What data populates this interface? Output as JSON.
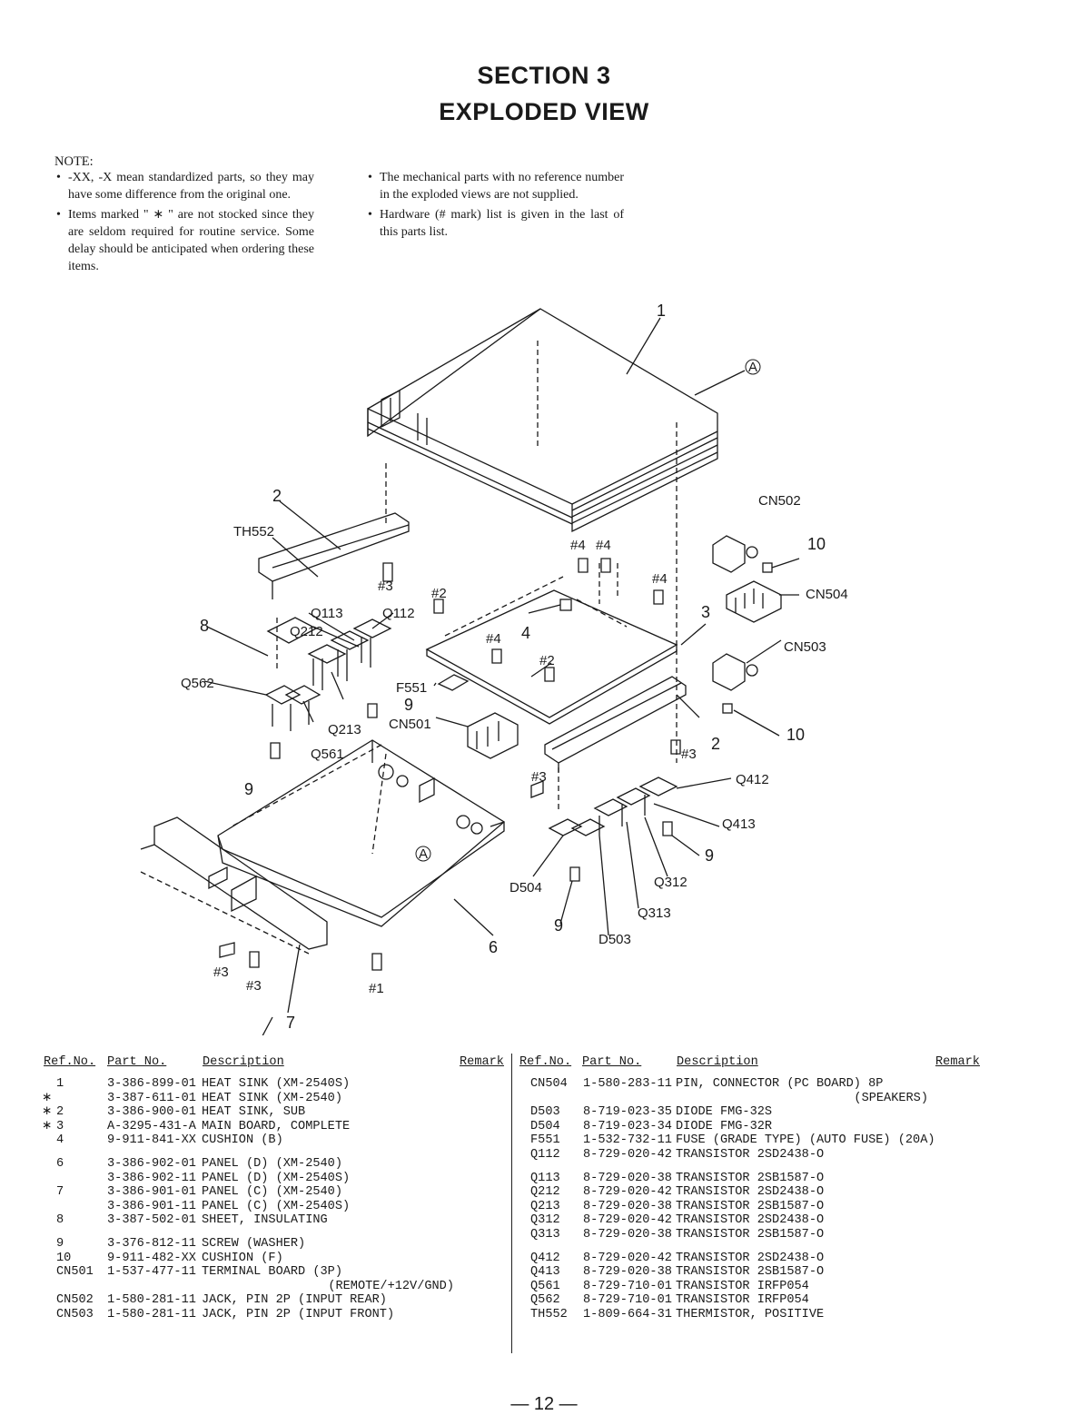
{
  "header": {
    "line1": "SECTION 3",
    "line2": "EXPLODED VIEW"
  },
  "note": {
    "heading": "NOTE:",
    "left": [
      "-XX, -X mean standardized parts, so they may have some difference from the original one.",
      "Items marked \" ∗ \" are not stocked since they are seldom required for routine service. Some delay should be anticipated when ordering these items."
    ],
    "right": [
      "The mechanical parts with no reference number in the exploded views are not supplied.",
      "Hardware (# mark) list is given in the last of this parts list."
    ]
  },
  "diagram": {
    "labels": [
      "1",
      "2",
      "3",
      "4",
      "6",
      "7",
      "8",
      "9",
      "10",
      "#1",
      "#2",
      "#3",
      "#4",
      "A",
      "TH552",
      "Q113",
      "Q112",
      "Q212",
      "Q562",
      "Q213",
      "Q561",
      "F551",
      "CN501",
      "CN502",
      "CN504",
      "CN503",
      "Q412",
      "Q413",
      "Q312",
      "Q313",
      "D504",
      "D503"
    ]
  },
  "parts_table": {
    "headers": {
      "ref": "Ref.No.",
      "part": "Part No.",
      "desc": "Description",
      "remark": "Remark"
    },
    "left": [
      {
        "mark": "",
        "ref": "1",
        "part": "3-386-899-01",
        "desc": "HEAT SINK (XM-2540S)"
      },
      {
        "mark": "∗",
        "ref": "",
        "part": "3-387-611-01",
        "desc": "HEAT SINK (XM-2540)"
      },
      {
        "mark": "∗",
        "ref": "2",
        "part": "3-386-900-01",
        "desc": "HEAT SINK, SUB"
      },
      {
        "mark": "∗",
        "ref": "3",
        "part": "A-3295-431-A",
        "desc": "MAIN BOARD, COMPLETE"
      },
      {
        "mark": "",
        "ref": "4",
        "part": "9-911-841-XX",
        "desc": "CUSHION (B)"
      },
      {
        "gap": true
      },
      {
        "mark": "",
        "ref": "6",
        "part": "3-386-902-01",
        "desc": "PANEL (D) (XM-2540)"
      },
      {
        "mark": "",
        "ref": "",
        "part": "3-386-902-11",
        "desc": "PANEL (D) (XM-2540S)"
      },
      {
        "mark": "",
        "ref": "7",
        "part": "3-386-901-01",
        "desc": "PANEL (C) (XM-2540)"
      },
      {
        "mark": "",
        "ref": "",
        "part": "3-386-901-11",
        "desc": "PANEL (C) (XM-2540S)"
      },
      {
        "mark": "",
        "ref": "8",
        "part": "3-387-502-01",
        "desc": "SHEET, INSULATING"
      },
      {
        "gap": true
      },
      {
        "mark": "",
        "ref": "9",
        "part": "3-376-812-11",
        "desc": "SCREW (WASHER)"
      },
      {
        "mark": "",
        "ref": "10",
        "part": "9-911-482-XX",
        "desc": "CUSHION (F)"
      },
      {
        "mark": "",
        "ref": "CN501",
        "part": "1-537-477-11",
        "desc": "TERMINAL BOARD (3P)"
      },
      {
        "mark": "",
        "ref": "",
        "part": "",
        "desc": "",
        "cont": "(REMOTE/+12V/GND)"
      },
      {
        "mark": "",
        "ref": "CN502",
        "part": "1-580-281-11",
        "desc": "JACK, PIN 2P (INPUT REAR)"
      },
      {
        "mark": "",
        "ref": "CN503",
        "part": "1-580-281-11",
        "desc": "JACK, PIN 2P (INPUT FRONT)"
      }
    ],
    "right": [
      {
        "ref": "CN504",
        "part": "1-580-283-11",
        "desc": "PIN, CONNECTOR (PC BOARD) 8P"
      },
      {
        "ref": "",
        "part": "",
        "desc": "",
        "cont": "(SPEAKERS)"
      },
      {
        "ref": "D503",
        "part": "8-719-023-35",
        "desc": "DIODE FMG-32S"
      },
      {
        "ref": "D504",
        "part": "8-719-023-34",
        "desc": "DIODE FMG-32R"
      },
      {
        "ref": "F551",
        "part": "1-532-732-11",
        "desc": "FUSE (GRADE TYPE) (AUTO FUSE) (20A)"
      },
      {
        "ref": "Q112",
        "part": "8-729-020-42",
        "desc": "TRANSISTOR 2SD2438-O"
      },
      {
        "gap": true
      },
      {
        "ref": "Q113",
        "part": "8-729-020-38",
        "desc": "TRANSISTOR 2SB1587-O"
      },
      {
        "ref": "Q212",
        "part": "8-729-020-42",
        "desc": "TRANSISTOR 2SD2438-O"
      },
      {
        "ref": "Q213",
        "part": "8-729-020-38",
        "desc": "TRANSISTOR 2SB1587-O"
      },
      {
        "ref": "Q312",
        "part": "8-729-020-42",
        "desc": "TRANSISTOR 2SD2438-O"
      },
      {
        "ref": "Q313",
        "part": "8-729-020-38",
        "desc": "TRANSISTOR 2SB1587-O"
      },
      {
        "gap": true
      },
      {
        "ref": "Q412",
        "part": "8-729-020-42",
        "desc": "TRANSISTOR 2SD2438-O"
      },
      {
        "ref": "Q413",
        "part": "8-729-020-38",
        "desc": "TRANSISTOR 2SB1587-O"
      },
      {
        "ref": "Q561",
        "part": "8-729-710-01",
        "desc": "TRANSISTOR IRFP054"
      },
      {
        "ref": "Q562",
        "part": "8-729-710-01",
        "desc": "TRANSISTOR IRFP054"
      },
      {
        "ref": "TH552",
        "part": "1-809-664-31",
        "desc": "THERMISTOR, POSITIVE"
      }
    ]
  },
  "page_number": "— 12 —"
}
